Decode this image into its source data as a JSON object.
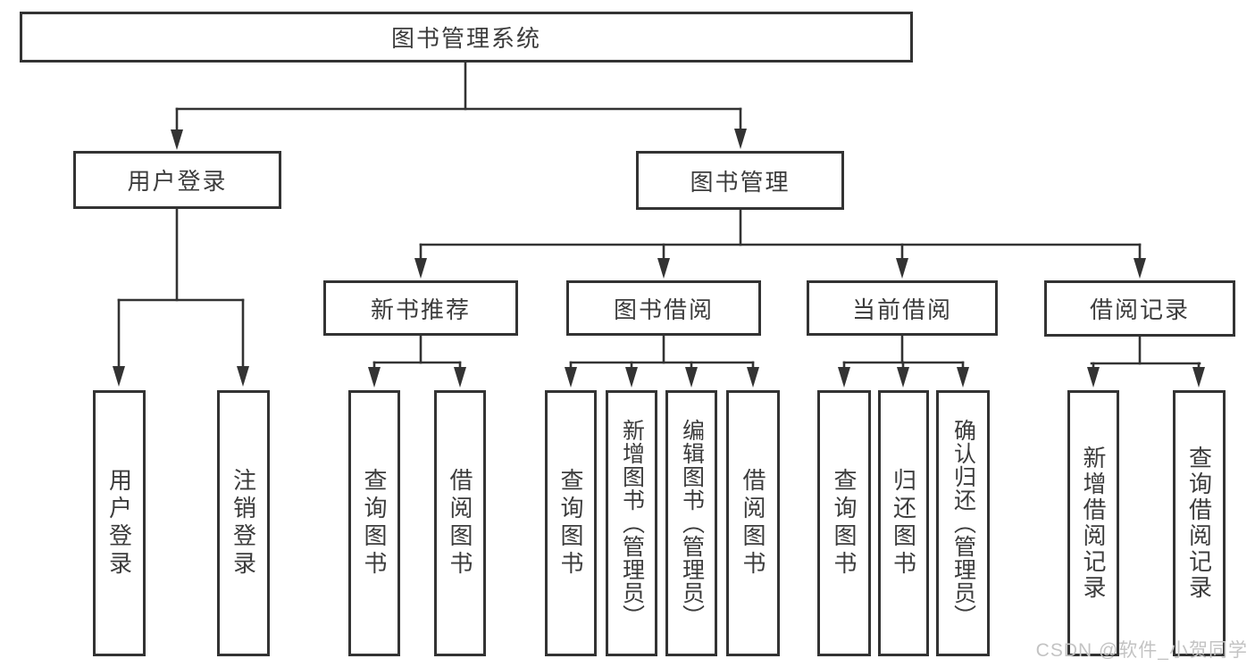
{
  "diagram": {
    "type": "hierarchy-tree",
    "title": "图书管理系统"
  },
  "nodes": {
    "root": {
      "label": "图书管理系统"
    },
    "user_login": {
      "label": "用户登录"
    },
    "book_mgmt": {
      "label": "图书管理"
    },
    "new_book": {
      "label": "新书推荐"
    },
    "book_borrow": {
      "label": "图书借阅"
    },
    "current_borrow": {
      "label": "当前借阅"
    },
    "borrow_record": {
      "label": "借阅记录"
    },
    "leaf_user_login": {
      "label": "用户登录"
    },
    "leaf_logout": {
      "label": "注销登录"
    },
    "leaf_query_book_nb": {
      "label": "查询图书"
    },
    "leaf_borrow_book_nb": {
      "label": "借阅图书"
    },
    "leaf_query_book_bb": {
      "label": "查询图书"
    },
    "leaf_add_book": {
      "label": "新增图书（管理员）"
    },
    "leaf_edit_book": {
      "label": "编辑图书（管理员）"
    },
    "leaf_borrow_book_bb": {
      "label": "借阅图书"
    },
    "leaf_query_book_cb": {
      "label": "查询图书"
    },
    "leaf_return_book": {
      "label": "归还图书"
    },
    "leaf_confirm_return": {
      "label": "确认归还（管理员）"
    },
    "leaf_add_record": {
      "label": "新增借阅记录"
    },
    "leaf_query_record": {
      "label": "查询借阅记录"
    }
  },
  "hierarchy": {
    "图书管理系统": {
      "用户登录": [
        "用户登录",
        "注销登录"
      ],
      "图书管理": {
        "新书推荐": [
          "查询图书",
          "借阅图书"
        ],
        "图书借阅": [
          "查询图书",
          "新增图书（管理员）",
          "编辑图书（管理员）",
          "借阅图书"
        ],
        "当前借阅": [
          "查询图书",
          "归还图书",
          "确认归还（管理员）"
        ],
        "借阅记录": [
          "新增借阅记录",
          "查询借阅记录"
        ]
      }
    }
  },
  "watermark": "CSDN @软件_小贺同学",
  "colors": {
    "line": "#333333",
    "box_border": "#333333",
    "text": "#3c3c3c",
    "watermark": "#c3c3c3",
    "background": "#ffffff"
  }
}
